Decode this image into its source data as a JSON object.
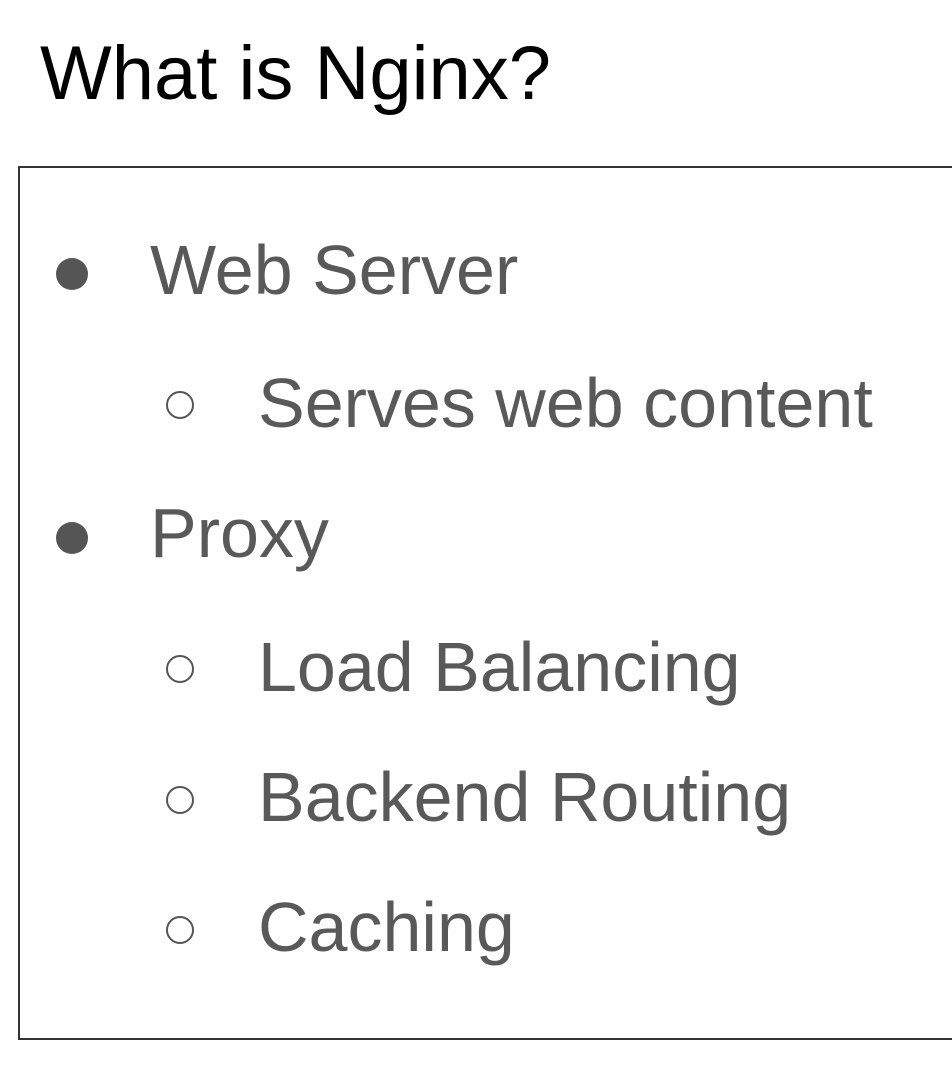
{
  "slide": {
    "title": "What is Nginx?",
    "items": [
      {
        "level": 1,
        "text": "Web Server"
      },
      {
        "level": 2,
        "text": "Serves web content"
      },
      {
        "level": 1,
        "text": "Proxy"
      },
      {
        "level": 2,
        "text": "Load Balancing"
      },
      {
        "level": 2,
        "text": "Backend Routing"
      },
      {
        "level": 2,
        "text": "Caching"
      }
    ],
    "colors": {
      "title": "#000000",
      "body_text": "#595959",
      "bullet": "#555555",
      "border": "#333333"
    }
  }
}
